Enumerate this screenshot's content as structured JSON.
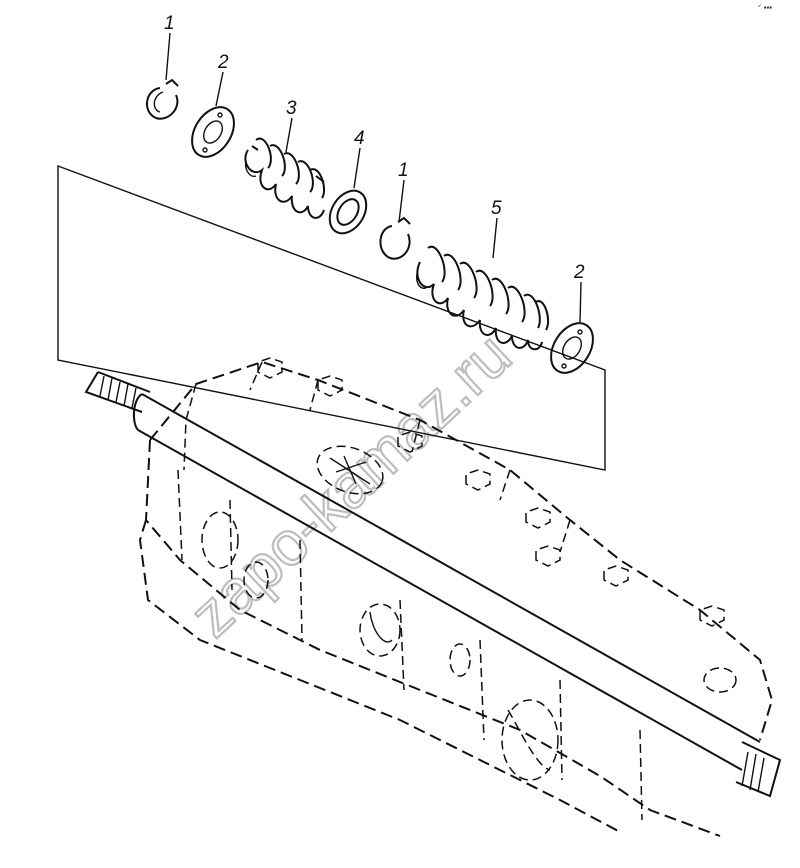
{
  "corner_mark": "ᐟ ▪▪▪",
  "watermark": "zapo-kamaz.ru",
  "callouts": [
    {
      "id": "label-1-top",
      "text": "1"
    },
    {
      "id": "label-2-top",
      "text": "2"
    },
    {
      "id": "label-3",
      "text": "3"
    },
    {
      "id": "label-4",
      "text": "4"
    },
    {
      "id": "label-1-mid",
      "text": "1"
    },
    {
      "id": "label-5",
      "text": "5"
    },
    {
      "id": "label-2-right",
      "text": "2"
    }
  ]
}
